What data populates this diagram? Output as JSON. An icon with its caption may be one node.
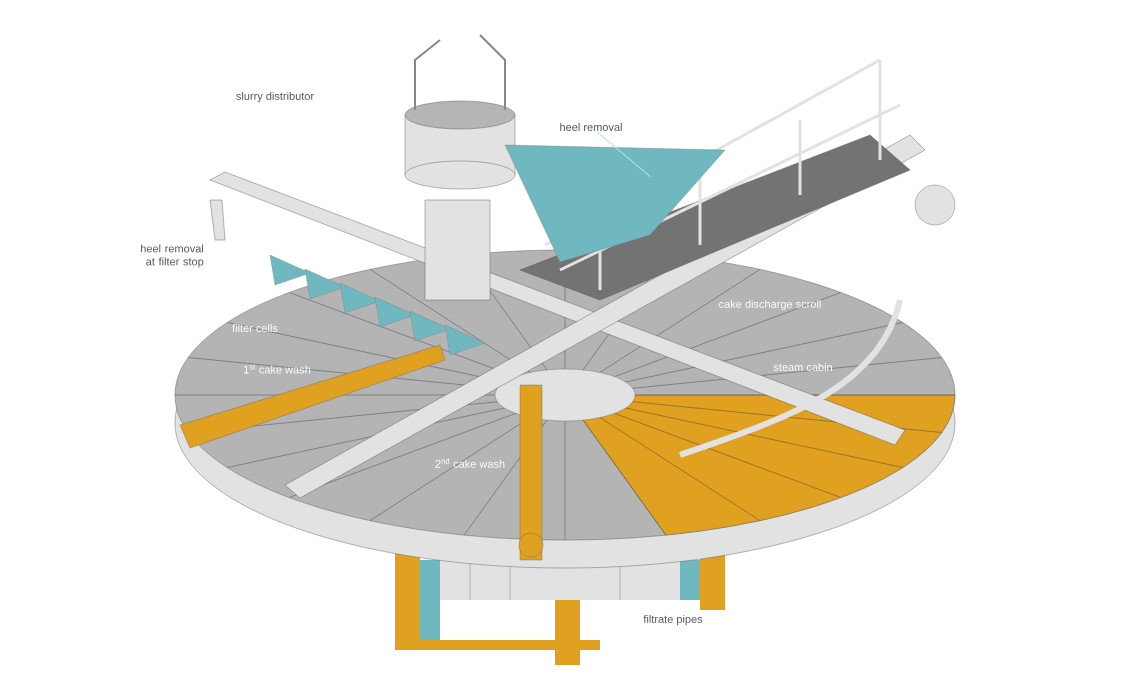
{
  "diagram": {
    "nodes": [
      {
        "text": [
          "heel removal"
        ]
      },
      {
        "text": [],
        "shape": "picture"
      }
    ],
    "edges": [
      {
        "from": 0,
        "to": 1,
        "arrow": "none"
      }
    ],
    "labels": [
      "slurry distributor",
      "heel removal at filter stop",
      "filter cells",
      "1$^{st}$ cake wash",
      "2$^{nd}$ cake wash",
      "cake discharge scroll",
      "steam cabin",
      "filtrate pipes"
    ]
  }
}
